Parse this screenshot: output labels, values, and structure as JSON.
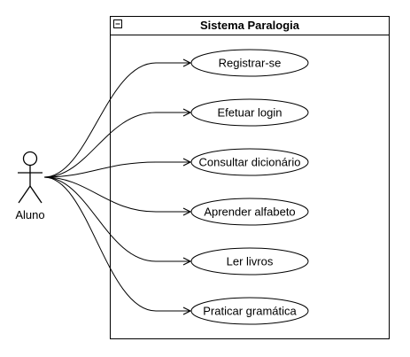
{
  "system": {
    "title": "Sistema Paralogia",
    "collapse_glyph": "−"
  },
  "actor": {
    "name": "Aluno",
    "icon": "stick-figure-icon"
  },
  "use_cases": [
    {
      "label": "Registrar-se"
    },
    {
      "label": "Efetuar login"
    },
    {
      "label": "Consultar dicionário"
    },
    {
      "label": "Aprender alfabeto"
    },
    {
      "label": "Ler livros"
    },
    {
      "label": "Praticar gramática"
    }
  ],
  "colors": {
    "stroke": "#000000",
    "fill": "#ffffff"
  }
}
